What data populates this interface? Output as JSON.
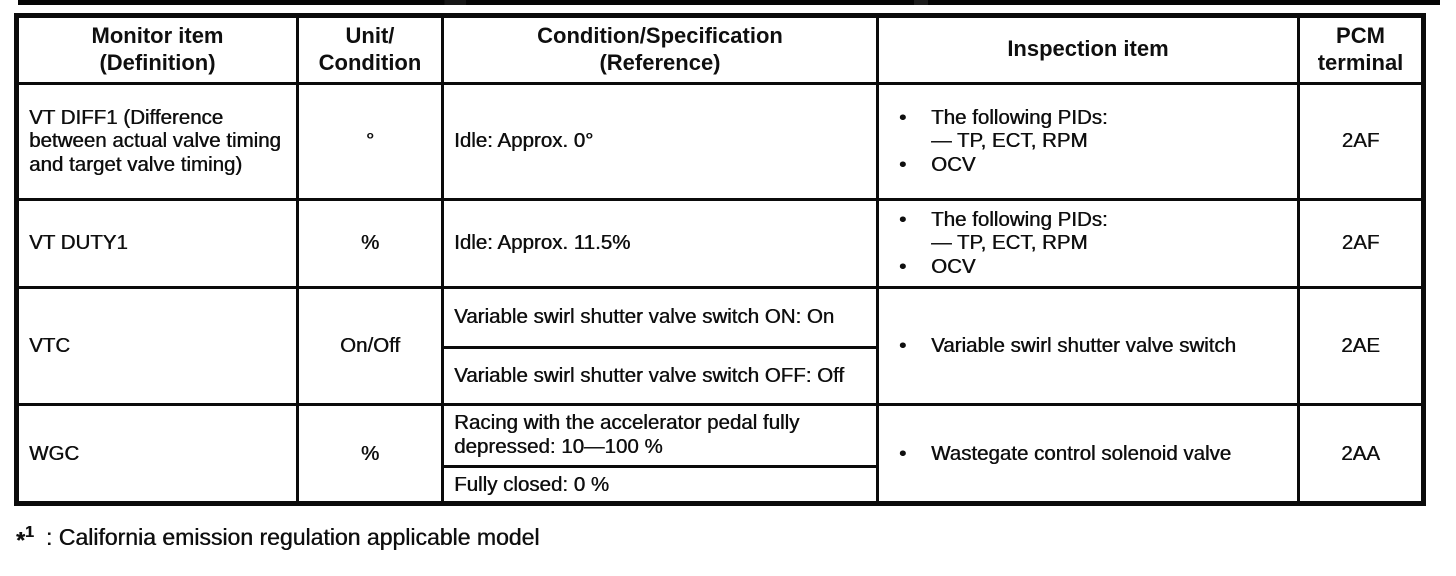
{
  "document": {
    "kind": "scanned-service-manual-table",
    "colors": {
      "paper": "#ffffff",
      "ink": "#0f0f0f",
      "border": "#0b0b0b"
    },
    "glyphs": {
      "bullet": "•"
    },
    "footnote": {
      "marker": "*",
      "marker_sup": "1",
      "text": ": California emission regulation applicable model"
    }
  },
  "table": {
    "headers": {
      "monitor": {
        "line1": "Monitor item",
        "line2": "(Definition)"
      },
      "unit": {
        "line1": "Unit/",
        "line2": "Condition"
      },
      "condition": {
        "line1": "Condition/Specification",
        "line2": "(Reference)"
      },
      "inspection": {
        "line1": "Inspection item"
      },
      "pcm": {
        "line1": "PCM",
        "line2": "terminal"
      }
    },
    "rows": [
      {
        "monitor_item": "VT DIFF1 (Difference between actual valve timing and target valve timing)",
        "unit": "°",
        "condition": "Idle: Approx. 0°",
        "inspection_bullet_1": "The following PIDs:",
        "inspection_sub_1": "— TP, ECT, RPM",
        "inspection_bullet_2": "OCV",
        "pcm": "2AF"
      },
      {
        "monitor_item": "VT DUTY1",
        "unit": "%",
        "condition": "Idle: Approx. 11.5%",
        "inspection_bullet_1": "The following PIDs:",
        "inspection_sub_1": "— TP, ECT, RPM",
        "inspection_bullet_2": "OCV",
        "pcm": "2AF"
      },
      {
        "monitor_item": "VTC",
        "unit": "On/Off",
        "condition_a": "Variable swirl shutter valve switch ON: On",
        "condition_b": "Variable swirl shutter valve switch OFF: Off",
        "inspection_bullet_1": "Variable swirl shutter valve switch",
        "pcm": "2AE"
      },
      {
        "monitor_item": "WGC",
        "unit": "%",
        "condition_a": "Racing with the accelerator pedal fully depressed: 10—100 %",
        "condition_b": "Fully closed: 0 %",
        "inspection_bullet_1": "Wastegate control solenoid valve",
        "pcm": "2AA"
      }
    ]
  }
}
